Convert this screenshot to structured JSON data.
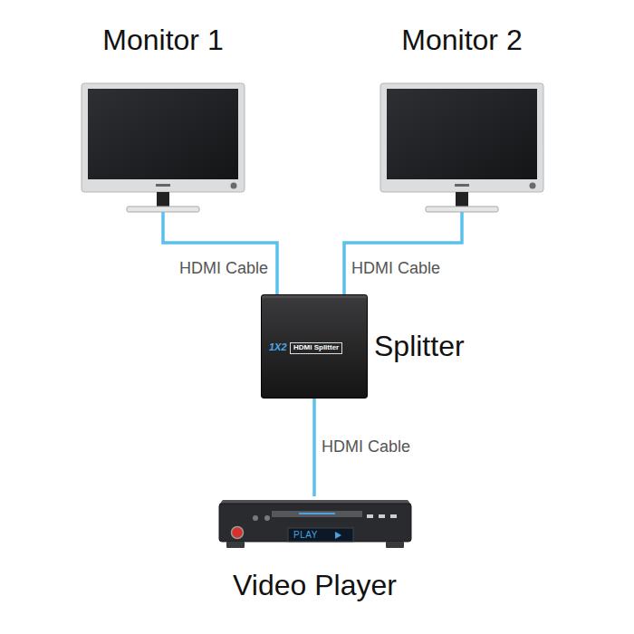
{
  "diagram": {
    "nodes": [
      {
        "text": [
          "Monitor 1"
        ]
      },
      {
        "text": [
          "Monitor 2"
        ]
      },
      {
        "text": [
          "1X2",
          "HDMI Splitter",
          "Splitter"
        ]
      },
      {
        "text": [
          "PLAY",
          "Video Player"
        ]
      }
    ],
    "edges": [
      {
        "from": 3,
        "to": 2,
        "label": "HDMI Cable",
        "arrow": "none"
      },
      {
        "from": 2,
        "to": 0,
        "label": "HDMI Cable",
        "arrow": "none"
      },
      {
        "from": 2,
        "to": 1,
        "label": "HDMI Cable",
        "arrow": "none"
      }
    ]
  }
}
